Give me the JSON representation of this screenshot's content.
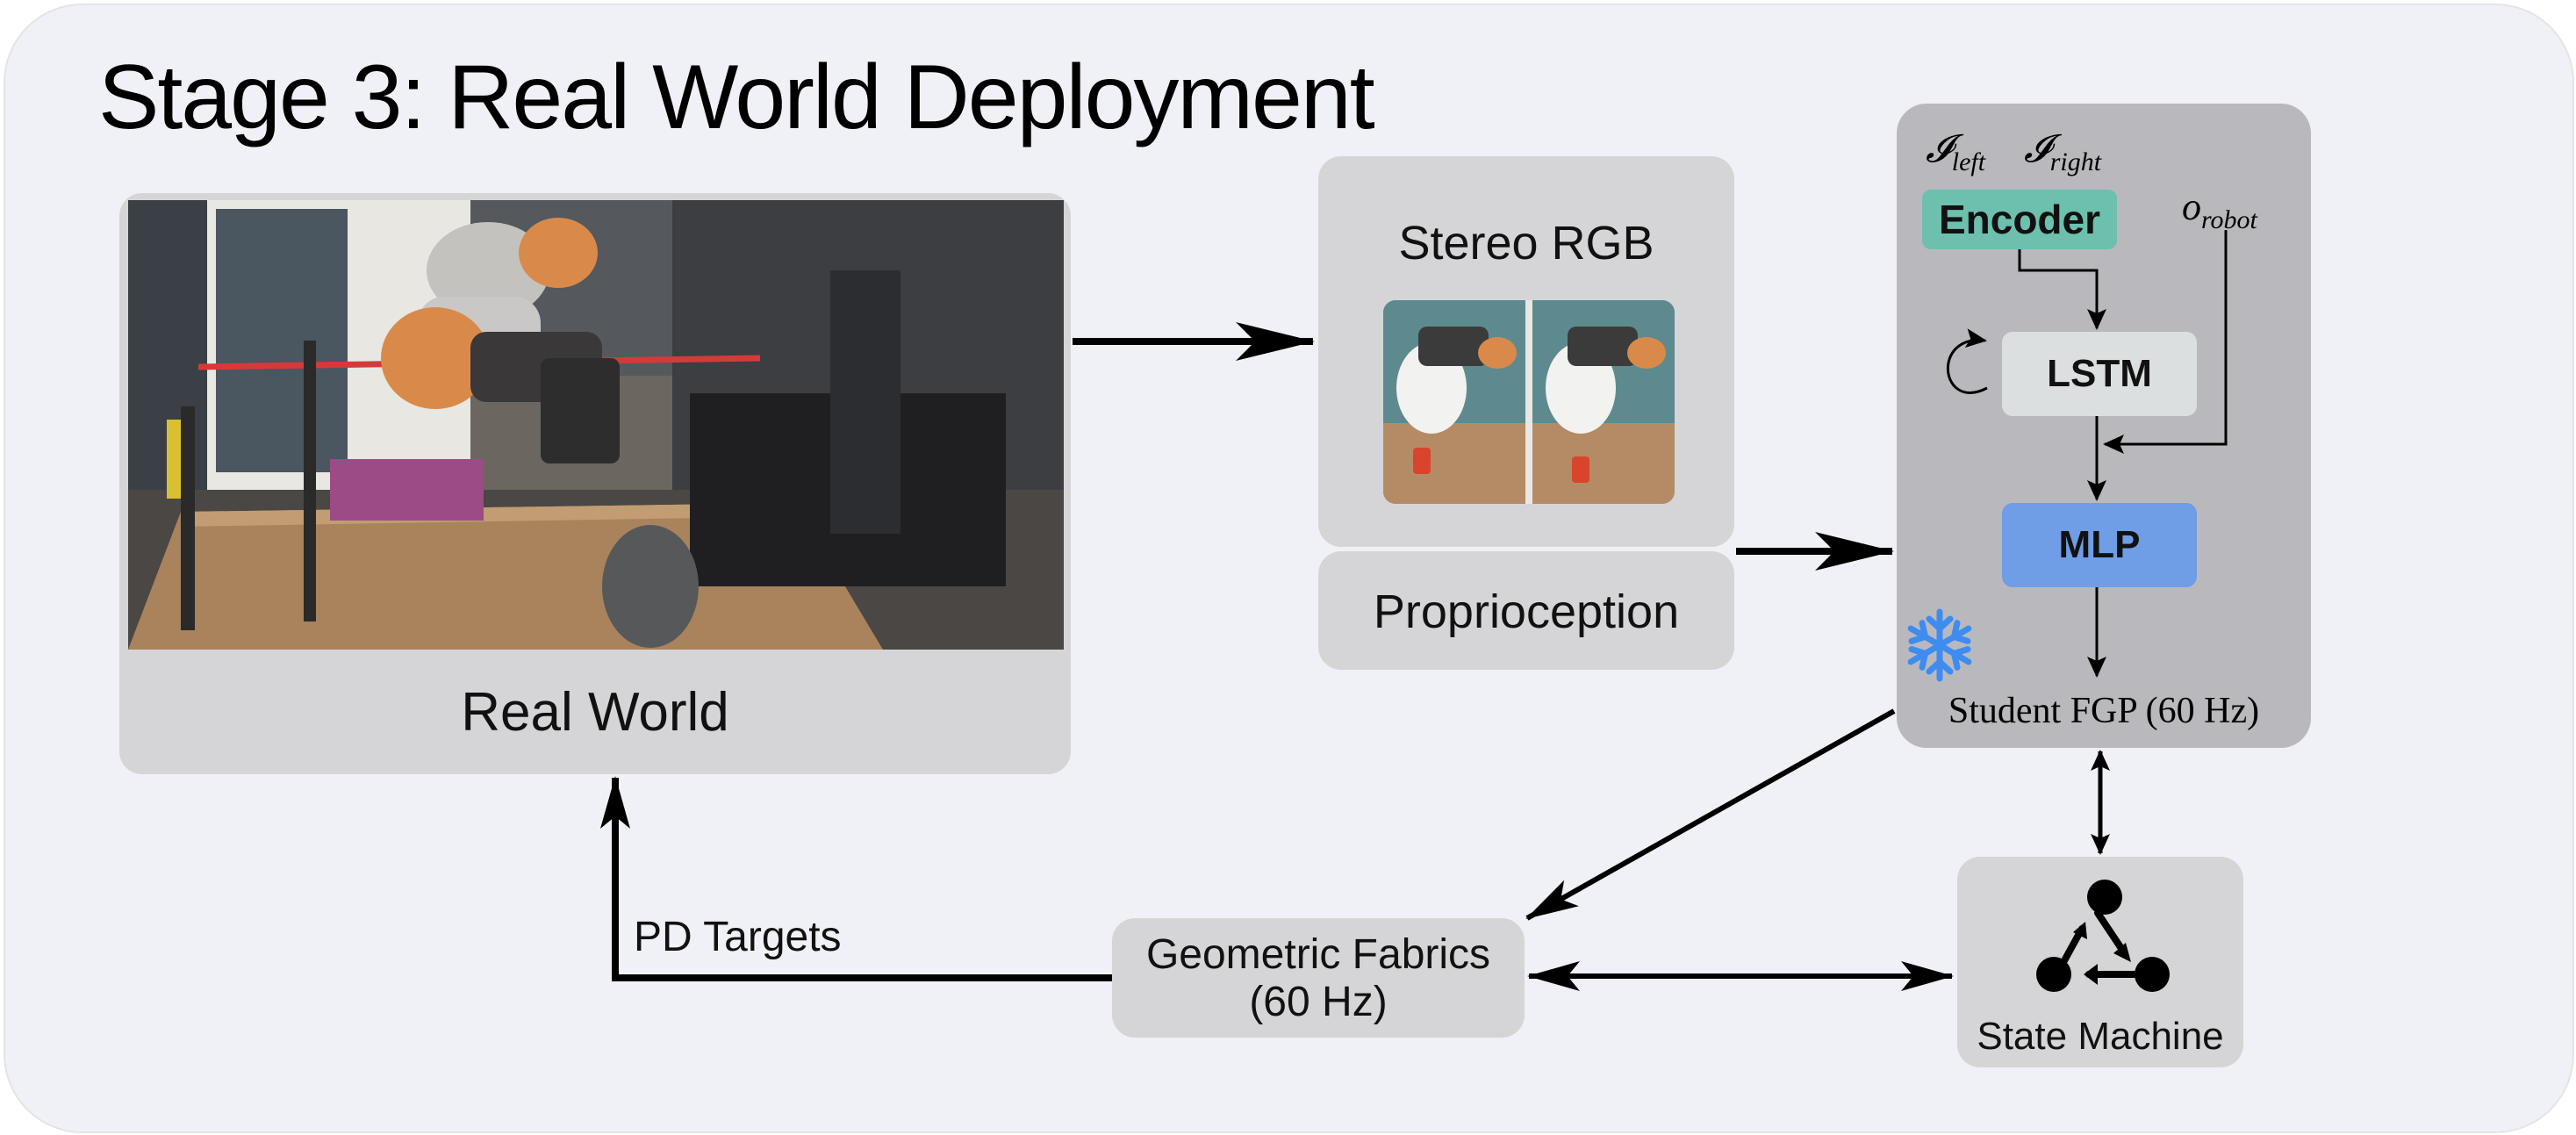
{
  "title": "Stage 3: Real World Deployment",
  "real_world": {
    "label": "Real World"
  },
  "stereo_rgb": {
    "label": "Stereo RGB"
  },
  "proprioception": {
    "label": "Proprioception"
  },
  "student_policy": {
    "inputs": {
      "left_image": "𝓘",
      "left_sub": "left",
      "right_image": "𝓘",
      "right_sub": "right",
      "obs": "o",
      "obs_sub": "robot"
    },
    "encoder": "Encoder",
    "lstm": "LSTM",
    "mlp": "MLP",
    "caption": "Student FGP (60 Hz)",
    "frozen_icon": "snowflake-icon"
  },
  "geometric_fabrics": {
    "line1": "Geometric Fabrics",
    "line2": "(60 Hz)"
  },
  "state_machine": {
    "label": "State Machine",
    "icon": "cycle-graph-icon"
  },
  "edges": {
    "pd_targets": "PD Targets"
  },
  "colors": {
    "background": "#f0f1f6",
    "box": "#d5d5d8",
    "policy_box": "#b9b9bd",
    "encoder": "#6cc0ad",
    "lstm": "#dcdfe0",
    "mlp": "#6f9de6",
    "snowflake": "#3f8cf0"
  }
}
